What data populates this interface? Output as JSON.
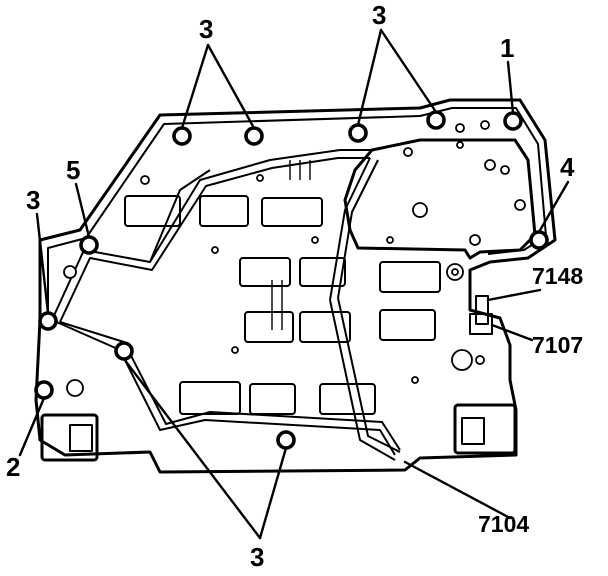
{
  "callouts": {
    "c1": "1",
    "c2": "2",
    "c3_top_left": "3",
    "c3_top_right": "3",
    "c3_left": "3",
    "c3_bottom": "3",
    "c4": "4",
    "c5": "5",
    "p7148": "7148",
    "p7107": "7107",
    "p7104": "7104"
  },
  "colors": {
    "line": "#000000",
    "background": "#ffffff"
  }
}
